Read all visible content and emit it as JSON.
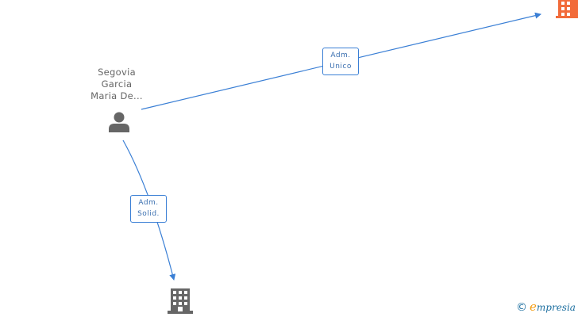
{
  "person": {
    "name_lines": [
      "Segovia",
      "Garcia",
      "Maria De..."
    ],
    "icon": "person-icon"
  },
  "companies": [
    {
      "id": "company-top-right",
      "icon": "building-icon",
      "color": "#f26b3a"
    },
    {
      "id": "company-bottom",
      "icon": "building-icon",
      "color": "#666666"
    }
  ],
  "relations": [
    {
      "id": "rel-unico",
      "lines": [
        "Adm.",
        "Unico"
      ]
    },
    {
      "id": "rel-solid",
      "lines": [
        "Adm.",
        "Solid."
      ]
    }
  ],
  "colors": {
    "edge": "#3a7fd5",
    "edge_label_text": "#3a6fb0",
    "node_gray": "#666666",
    "node_highlight": "#f26b3a"
  },
  "watermark": {
    "copyright": "©",
    "brand_first": "e",
    "brand_rest": "mpresia"
  }
}
